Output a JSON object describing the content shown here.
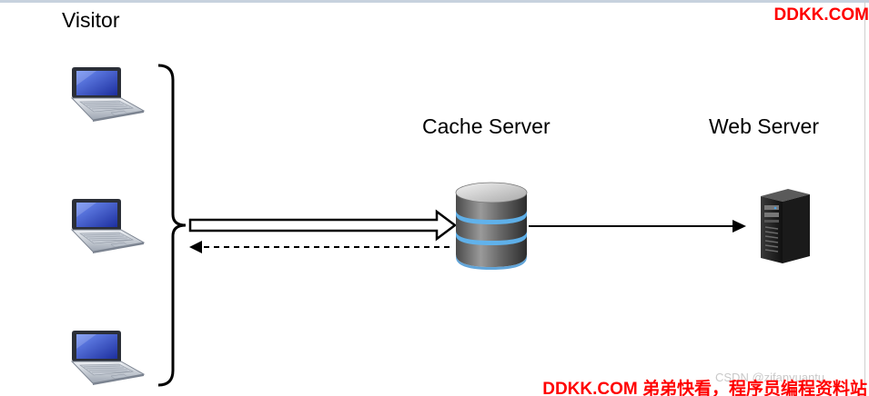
{
  "labels": {
    "visitor": "Visitor",
    "cache_server": "Cache Server",
    "web_server": "Web Server"
  },
  "watermark": {
    "top": "DDKK.COM",
    "bottom": "DDKK.COM 弟弟快看，程序员编程资料站",
    "faint": "CSDN @zifanyuantu"
  },
  "icons": {
    "visitor_device": "laptop-icon",
    "cache": "database-icon",
    "web": "server-tower-icon"
  },
  "colors": {
    "brand": "#ff0000",
    "laptop_screen": "#3a5bd9",
    "database_band": "#4aa3e8",
    "server_body": "#222222"
  }
}
